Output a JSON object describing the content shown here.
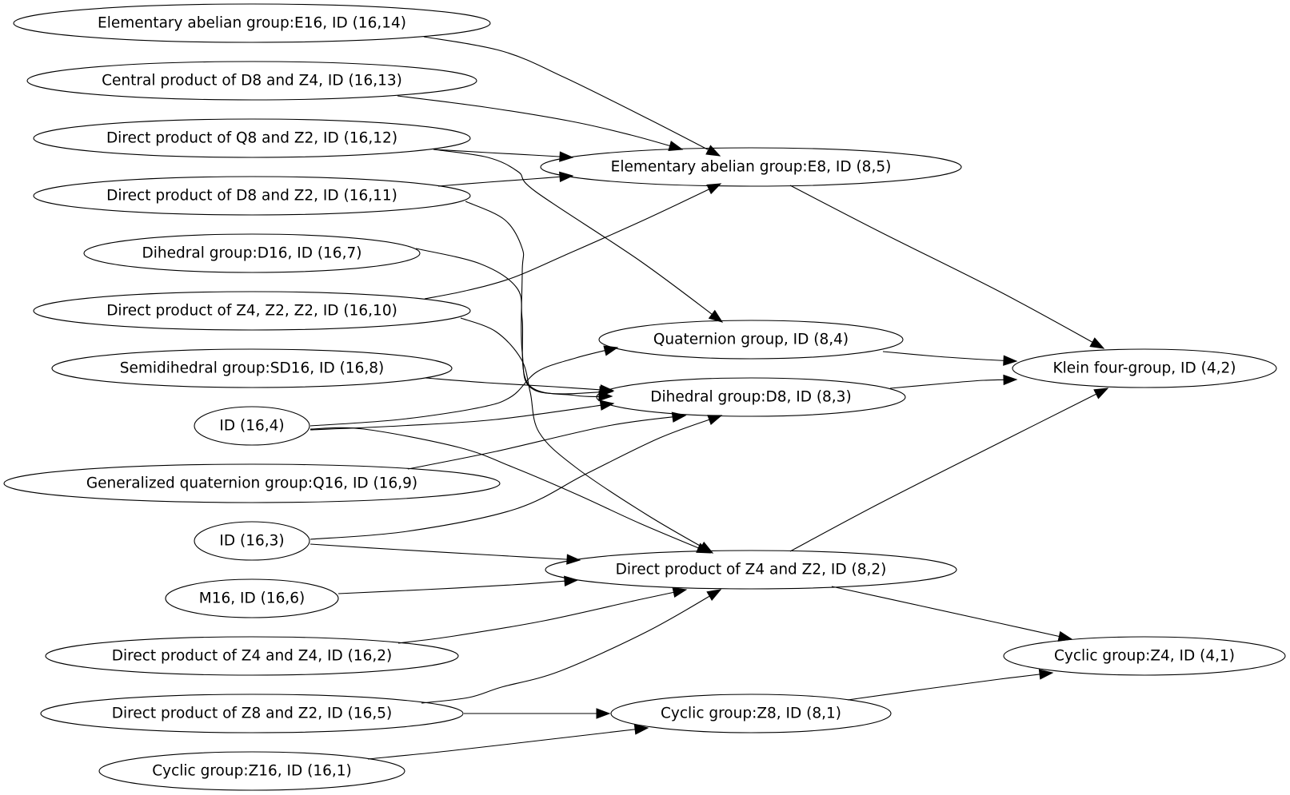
{
  "diagram": {
    "nodes": [
      {
        "id": "e16",
        "label": "Elementary abelian group:E16, ID (16,14)"
      },
      {
        "id": "c_d8z4",
        "label": "Central product of D8 and Z4, ID (16,13)"
      },
      {
        "id": "q8z2",
        "label": "Direct product of Q8 and Z2, ID (16,12)"
      },
      {
        "id": "d8z2",
        "label": "Direct product of D8 and Z2, ID (16,11)"
      },
      {
        "id": "d16",
        "label": "Dihedral group:D16, ID (16,7)"
      },
      {
        "id": "z4z2z2",
        "label": "Direct product of Z4, Z2, Z2, ID (16,10)"
      },
      {
        "id": "sd16",
        "label": "Semidihedral group:SD16, ID (16,8)"
      },
      {
        "id": "id164",
        "label": "ID (16,4)"
      },
      {
        "id": "q16",
        "label": "Generalized quaternion group:Q16, ID (16,9)"
      },
      {
        "id": "id163",
        "label": "ID (16,3)"
      },
      {
        "id": "m16",
        "label": "M16, ID (16,6)"
      },
      {
        "id": "z4z4",
        "label": "Direct product of Z4 and Z4, ID (16,2)"
      },
      {
        "id": "z8z2",
        "label": "Direct product of Z8 and Z2, ID (16,5)"
      },
      {
        "id": "z16",
        "label": "Cyclic group:Z16, ID (16,1)"
      },
      {
        "id": "e8",
        "label": "Elementary abelian group:E8, ID (8,5)"
      },
      {
        "id": "q8",
        "label": "Quaternion group, ID (8,4)"
      },
      {
        "id": "d8",
        "label": "Dihedral group:D8, ID (8,3)"
      },
      {
        "id": "z4z2",
        "label": "Direct product of Z4 and Z2, ID (8,2)"
      },
      {
        "id": "z8",
        "label": "Cyclic group:Z8, ID (8,1)"
      },
      {
        "id": "klein",
        "label": "Klein four-group, ID (4,2)"
      },
      {
        "id": "z4",
        "label": "Cyclic group:Z4, ID (4,1)"
      }
    ],
    "edges": [
      {
        "from": "e16",
        "to": "e8"
      },
      {
        "from": "c_d8z4",
        "to": "e8"
      },
      {
        "from": "q8z2",
        "to": "e8"
      },
      {
        "from": "q8z2",
        "to": "q8"
      },
      {
        "from": "d8z2",
        "to": "e8"
      },
      {
        "from": "d8z2",
        "to": "d8"
      },
      {
        "from": "d16",
        "to": "d8"
      },
      {
        "from": "z4z2z2",
        "to": "e8"
      },
      {
        "from": "z4z2z2",
        "to": "z4z2"
      },
      {
        "from": "sd16",
        "to": "d8"
      },
      {
        "from": "id164",
        "to": "q8"
      },
      {
        "from": "id164",
        "to": "d8"
      },
      {
        "from": "id164",
        "to": "z4z2"
      },
      {
        "from": "q16",
        "to": "d8"
      },
      {
        "from": "id163",
        "to": "d8"
      },
      {
        "from": "id163",
        "to": "z4z2"
      },
      {
        "from": "m16",
        "to": "z4z2"
      },
      {
        "from": "z4z4",
        "to": "z4z2"
      },
      {
        "from": "z8z2",
        "to": "z4z2"
      },
      {
        "from": "z8z2",
        "to": "z8"
      },
      {
        "from": "z16",
        "to": "z8"
      },
      {
        "from": "e8",
        "to": "klein"
      },
      {
        "from": "q8",
        "to": "klein"
      },
      {
        "from": "d8",
        "to": "klein"
      },
      {
        "from": "z4z2",
        "to": "klein"
      },
      {
        "from": "z4z2",
        "to": "z4"
      },
      {
        "from": "z8",
        "to": "z4"
      }
    ]
  }
}
